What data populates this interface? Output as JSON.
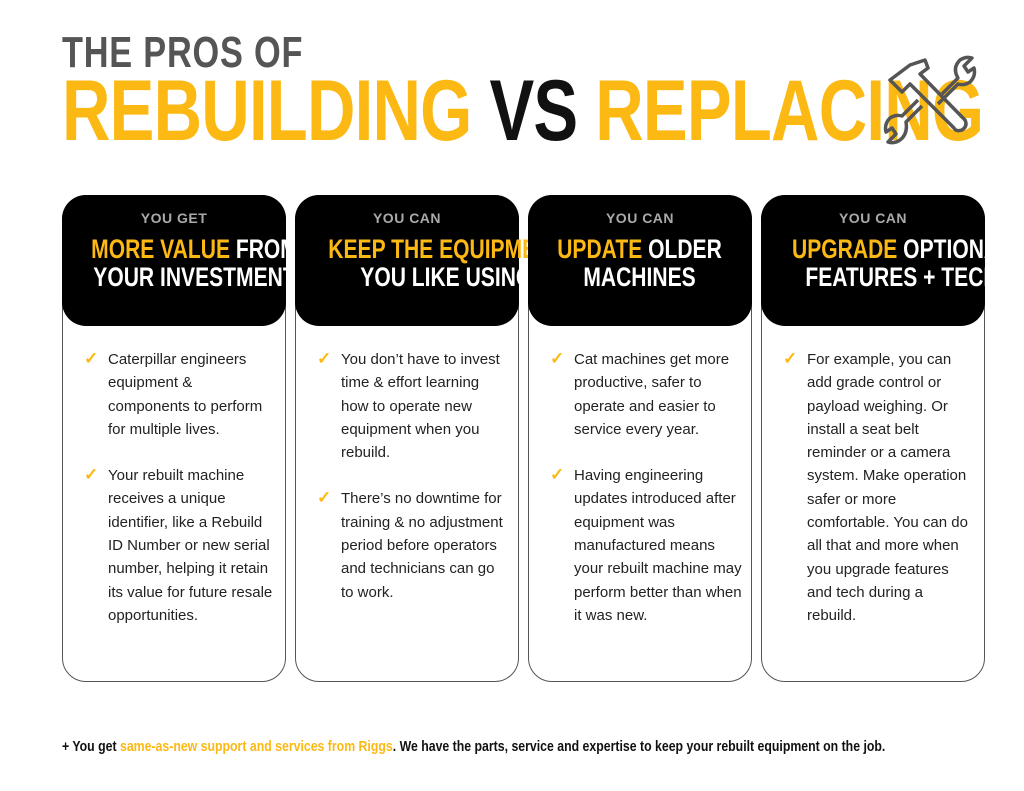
{
  "title": {
    "line1": "THE PROS OF",
    "word1": "REBUILDING",
    "word2": "VS",
    "word3": "REPLACING"
  },
  "icon": "hammer-wrench-icon",
  "colors": {
    "accent": "#FDB913",
    "header_bg": "#000000",
    "gray": "#555555"
  },
  "cards": [
    {
      "kicker": "YOU GET",
      "highlight": "MORE VALUE",
      "rest1": " FROM",
      "line2": "YOUR INVESTMENT",
      "bullets": [
        "Caterpillar engineers equipment & components to perform for multiple lives.",
        "Your rebuilt machine receives a unique identifier, like a Rebuild ID Number or new serial number, helping it retain its value for future resale opportunities."
      ]
    },
    {
      "kicker": "YOU CAN",
      "highlight": "KEEP THE EQUIPMENT",
      "rest1": "",
      "line2": "YOU LIKE USING",
      "bullets": [
        "You don’t have to invest time & effort learning how to operate new equipment when you rebuild.",
        "There’s no downtime for training & no adjustment period before operators and technicians can go to work."
      ]
    },
    {
      "kicker": "YOU CAN",
      "highlight": "UPDATE",
      "rest1": " OLDER",
      "line2": "MACHINES",
      "bullets": [
        "Cat machines get more productive, safer to operate and easier to service every year.",
        "Having engineering updates introduced after equipment was manufactured means your rebuilt machine may perform better than when it was new."
      ]
    },
    {
      "kicker": "YOU CAN",
      "highlight": "UPGRADE",
      "rest1": " OPTIONAL",
      "line2": "FEATURES + TECH",
      "bullets": [
        "For example, you can add grade control or payload weighing. Or install a seat belt reminder or a camera system. Make operation safer or more comfortable. You can do all that and more when you upgrade features and tech during a rebuild."
      ]
    }
  ],
  "footer": {
    "pre": "+ You get ",
    "link": "same-as-new support and services from Riggs",
    "post": ". We have the parts, service and expertise to keep your rebuilt equipment on the job."
  },
  "check": "✓"
}
